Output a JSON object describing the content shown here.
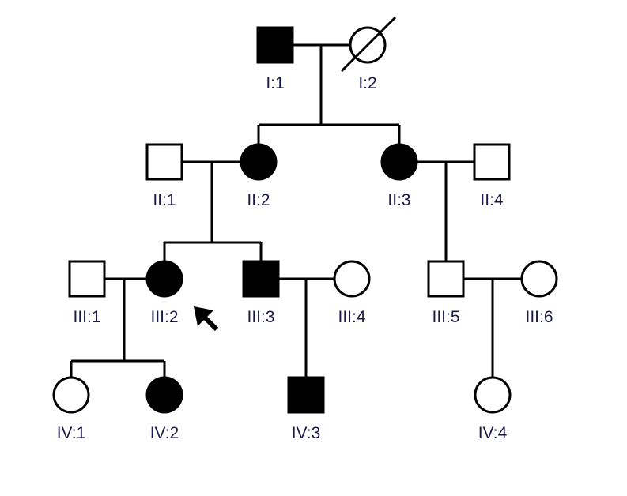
{
  "diagram": {
    "type": "pedigree",
    "colors": {
      "line": "#000000",
      "affected": "#000000",
      "unaffected": "#ffffff",
      "label": "#1a1a4a"
    },
    "individuals": [
      {
        "id": "I:1",
        "label": "I:1",
        "sex": "male",
        "affected": true,
        "deceased": false
      },
      {
        "id": "I:2",
        "label": "I:2",
        "sex": "female",
        "affected": false,
        "deceased": true
      },
      {
        "id": "II:1",
        "label": "II:1",
        "sex": "male",
        "affected": false,
        "deceased": false
      },
      {
        "id": "II:2",
        "label": "II:2",
        "sex": "female",
        "affected": true,
        "deceased": false
      },
      {
        "id": "II:3",
        "label": "II:3",
        "sex": "female",
        "affected": true,
        "deceased": false
      },
      {
        "id": "II:4",
        "label": "II:4",
        "sex": "male",
        "affected": false,
        "deceased": false
      },
      {
        "id": "III:1",
        "label": "III:1",
        "sex": "male",
        "affected": false,
        "deceased": false
      },
      {
        "id": "III:2",
        "label": "III:2",
        "sex": "female",
        "affected": true,
        "deceased": false,
        "proband": true
      },
      {
        "id": "III:3",
        "label": "III:3",
        "sex": "male",
        "affected": true,
        "deceased": false
      },
      {
        "id": "III:4",
        "label": "III:4",
        "sex": "female",
        "affected": false,
        "deceased": false
      },
      {
        "id": "III:5",
        "label": "III:5",
        "sex": "male",
        "affected": false,
        "deceased": false
      },
      {
        "id": "III:6",
        "label": "III:6",
        "sex": "female",
        "affected": false,
        "deceased": false
      },
      {
        "id": "IV:1",
        "label": "IV:1",
        "sex": "female",
        "affected": false,
        "deceased": false
      },
      {
        "id": "IV:2",
        "label": "IV:2",
        "sex": "female",
        "affected": true,
        "deceased": false
      },
      {
        "id": "IV:3",
        "label": "IV:3",
        "sex": "male",
        "affected": true,
        "deceased": false
      },
      {
        "id": "IV:4",
        "label": "IV:4",
        "sex": "female",
        "affected": false,
        "deceased": false
      }
    ],
    "unions": [
      {
        "partners": [
          "I:1",
          "I:2"
        ],
        "children": [
          "II:2",
          "II:3"
        ]
      },
      {
        "partners": [
          "II:1",
          "II:2"
        ],
        "children": [
          "III:2",
          "III:3"
        ]
      },
      {
        "partners": [
          "II:3",
          "II:4"
        ],
        "children": [
          "III:5"
        ]
      },
      {
        "partners": [
          "III:1",
          "III:2"
        ],
        "children": [
          "IV:1",
          "IV:2"
        ]
      },
      {
        "partners": [
          "III:3",
          "III:4"
        ],
        "children": [
          "IV:3"
        ]
      },
      {
        "partners": [
          "III:5",
          "III:6"
        ],
        "children": [
          "IV:4"
        ]
      }
    ],
    "proband": "III:2"
  }
}
